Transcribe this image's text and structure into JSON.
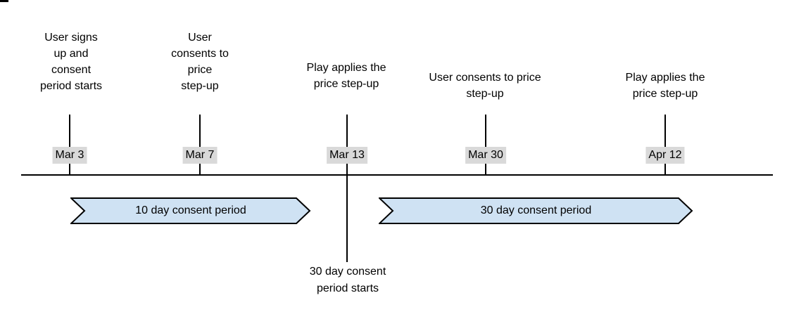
{
  "colors": {
    "arrow_fill": "#cfe2f3",
    "arrow_border": "#000000",
    "date_chip_bg": "#d9d9d9",
    "line": "#000000",
    "text": "#000000"
  },
  "events": [
    {
      "date": "Mar 3",
      "label": "User signs\nup and\nconsent\nperiod starts"
    },
    {
      "date": "Mar 7",
      "label": "User\nconsents to\nprice\nstep-up"
    },
    {
      "date": "Mar 13",
      "label": "Play applies the\nprice step-up",
      "below_label": "30 day consent\nperiod starts"
    },
    {
      "date": "Mar 30",
      "label": "User consents to price\nstep-up"
    },
    {
      "date": "Apr 12",
      "label": "Play applies the\nprice step-up"
    }
  ],
  "periods": [
    {
      "label": "10 day consent period"
    },
    {
      "label": "30 day consent period"
    }
  ]
}
